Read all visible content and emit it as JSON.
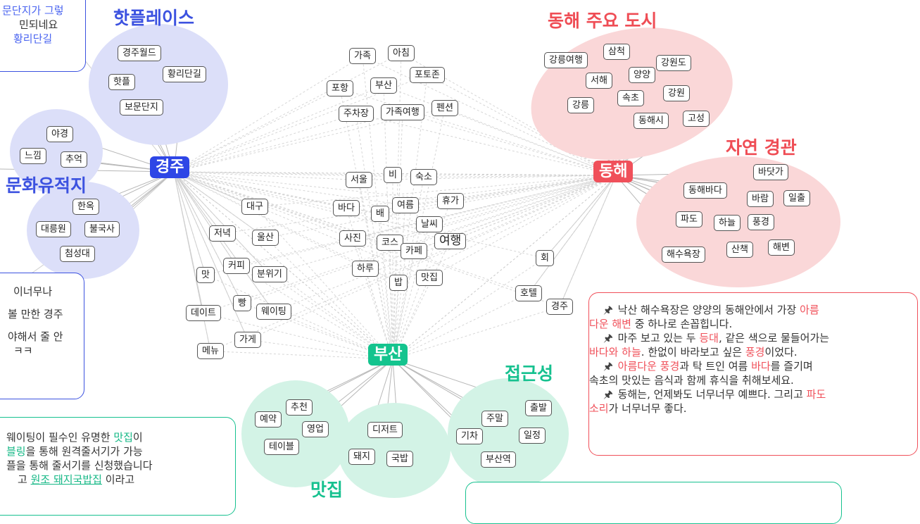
{
  "groups": {
    "hotplace": {
      "title": "핫플레이스",
      "color": "#3c52e0",
      "bg": "#dcdff9"
    },
    "culture": {
      "title": "문화유적지",
      "color": "#3c52e0",
      "bg": "#dcdff9"
    },
    "donghae_city": {
      "title": "동해 주요 도시",
      "color": "#ef4d55",
      "bg": "#fad7d8"
    },
    "nature": {
      "title": "자연 경관",
      "color": "#ef4d55",
      "bg": "#fad7d8"
    },
    "access": {
      "title": "접근성",
      "color": "#16c18f",
      "bg": "#d3f3e6"
    },
    "food": {
      "title": "맛집",
      "color": "#16c18f",
      "bg": "#d3f3e6"
    }
  },
  "hubs": {
    "gyeongju": {
      "label": "경주",
      "color": "#2e46e6"
    },
    "donghae": {
      "label": "동해",
      "color": "#f0505a"
    },
    "busan": {
      "label": "부산",
      "color": "#14c48e"
    }
  },
  "keywords": {
    "gyeongju_world": "경주월드",
    "hwangridan": "황리단길",
    "hotple": "핫플",
    "bomun": "보문단지",
    "yagyeong": "야경",
    "neukkim": "느낌",
    "chueok": "추억",
    "hanok": "한옥",
    "daereungwon": "대릉원",
    "bulguksa": "불국사",
    "cheomseongdae": "첨성대",
    "family": "가족",
    "morning": "아침",
    "photozone": "포토존",
    "pohang": "포항",
    "busan_mid": "부산",
    "parking": "주차장",
    "family_trip": "가족여행",
    "pension": "펜션",
    "seoul": "서울",
    "rain": "비",
    "lodging": "숙소",
    "bada": "바다",
    "vacation": "휴가",
    "boat": "배",
    "summer": "여름",
    "weather": "날씨",
    "photo": "사진",
    "course": "코스",
    "cafe": "카페",
    "travel": "여행",
    "day": "하루",
    "bap": "밥",
    "matjip_mid": "맛집",
    "daegu": "대구",
    "dinner": "저녁",
    "ulsan": "울산",
    "mat": "맛",
    "coffee": "커피",
    "mood": "분위기",
    "bbang": "빵",
    "date": "데이트",
    "waiting": "웨이팅",
    "shop": "가게",
    "menu": "메뉴",
    "hoe": "회",
    "hotel": "호텔",
    "gyeongju_right": "경주",
    "gangneung_trip": "강릉여행",
    "samcheok": "삼척",
    "gangwondo": "강원도",
    "seohae": "서해",
    "yangyang": "양양",
    "gangwon": "강원",
    "gangneung": "강릉",
    "sokcho": "속초",
    "donghaesi": "동해시",
    "goseong": "고성",
    "badatga": "바닷가",
    "donghae_sea": "동해바다",
    "wind": "바람",
    "sunrise": "일출",
    "wave": "파도",
    "sky": "하늘",
    "scenery": "풍경",
    "beach": "해수욕장",
    "walk": "산책",
    "coast": "해변",
    "chucheon": "추천",
    "reservation": "예약",
    "business": "영업",
    "table": "테이블",
    "dessert": "디저트",
    "pork": "돼지",
    "gukbap": "국밥",
    "weekend": "주말",
    "depart": "출발",
    "train": "기차",
    "schedule": "일정",
    "busan_station": "부산역"
  },
  "notes": {
    "top_left": [
      "문단지가 그렇",
      "민되네요",
      "황리단길"
    ],
    "mid_left": [
      "이너무나",
      "볼 만한 경주",
      "야해서 줄 안",
      "ㅋㅋ"
    ],
    "bottom_left": [
      "웨이팅이 필수인 유명한 ",
      "맛집",
      "이",
      "블링",
      "을 통해 원격줄서기가 가능",
      "플을 통해 줄서기를 신청했습니다",
      "고 ",
      "원조 돼지국밥집",
      " 이라고"
    ],
    "right": {
      "l1a": "낙산 해수욕장은 양양의 동해안에서 가장 ",
      "l1b": "아름",
      "l2a": "다운 해변",
      "l2b": " 중 하나로 손꼽힙니다.",
      "l3a": "마주 보고 있는 두 ",
      "l3b": "등대",
      "l3c": ", 같은 색으로 물들어가는",
      "l4a": "바다와 하늘",
      "l4b": ". 한없이 바라보고 싶은 ",
      "l4c": "풍경",
      "l4d": "이었다.",
      "l5a": "아름다운 풍경",
      "l5b": "과 탁 트인 여름 ",
      "l5c": "바다",
      "l5d": "를 즐기며",
      "l6": "속초의 맛있는 음식과 함께 휴식을 취해보세요.",
      "l7a": "동해는, 언제봐도 너무너무 예쁘다. 그리고 ",
      "l7b": "파도",
      "l8a": "소리",
      "l8b": "가 너무너무 좋다."
    }
  },
  "icons": {
    "pin": "pin-icon"
  }
}
